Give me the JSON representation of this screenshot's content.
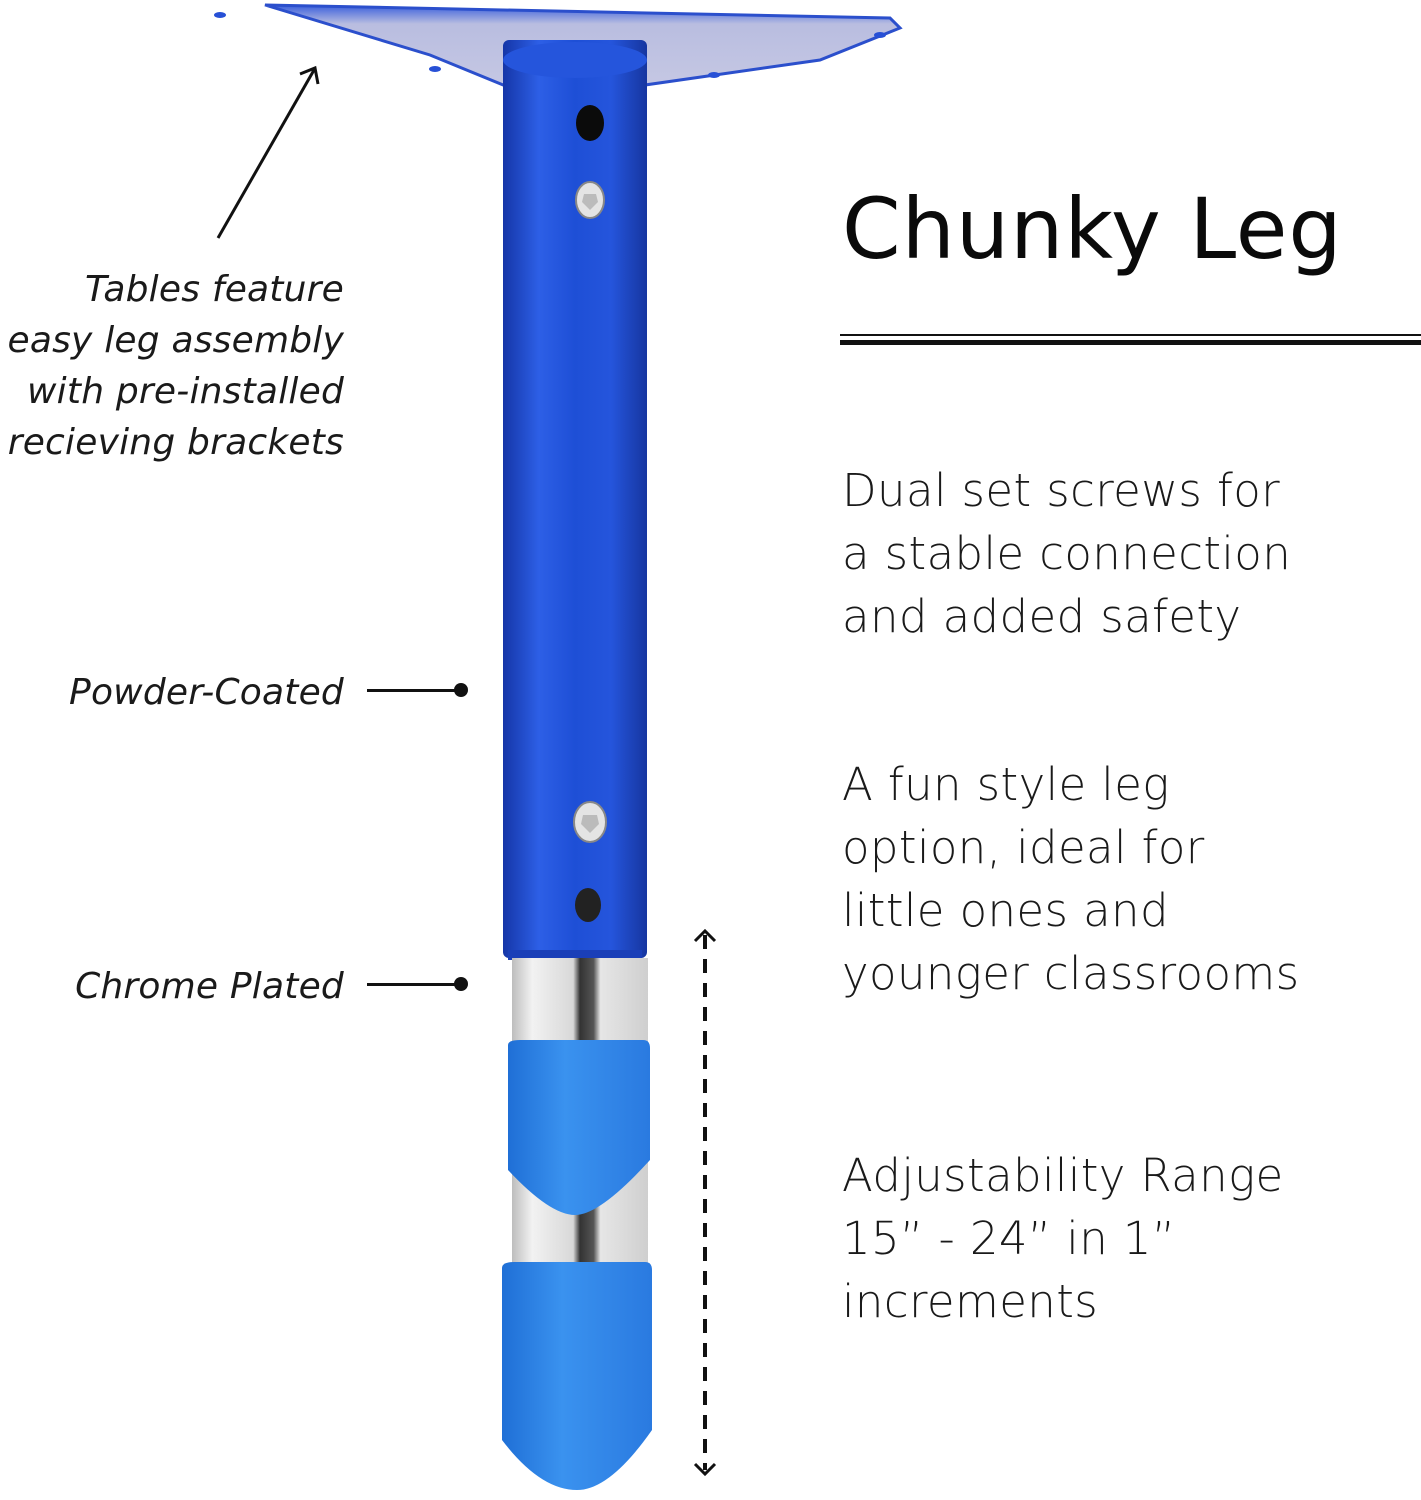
{
  "title": "Chunky Leg",
  "callouts": {
    "assembly": [
      "Tables feature",
      "easy leg assembly",
      "with pre-installed",
      "recieving brackets"
    ],
    "powder_coated": "Powder-Coated",
    "chrome_plated": "Chrome Plated"
  },
  "features": [
    {
      "lines": [
        "Dual set screws for",
        "a stable connection",
        "and added safety"
      ]
    },
    {
      "lines": [
        "A fun style leg",
        "option, ideal for",
        "little ones and",
        "younger classrooms"
      ]
    },
    {
      "lines": [
        "Adjustability Range",
        "15” - 24” in 1” increments"
      ]
    }
  ],
  "colors": {
    "leg_blue": "#1f4fd0",
    "cap_blue": "#2f86e6",
    "chrome": "#d9d9d9",
    "plate": "#c9cbe0"
  },
  "icons": [
    "arrow-up-right-icon",
    "leader-dot-icon",
    "double-arrow-vertical-icon"
  ]
}
